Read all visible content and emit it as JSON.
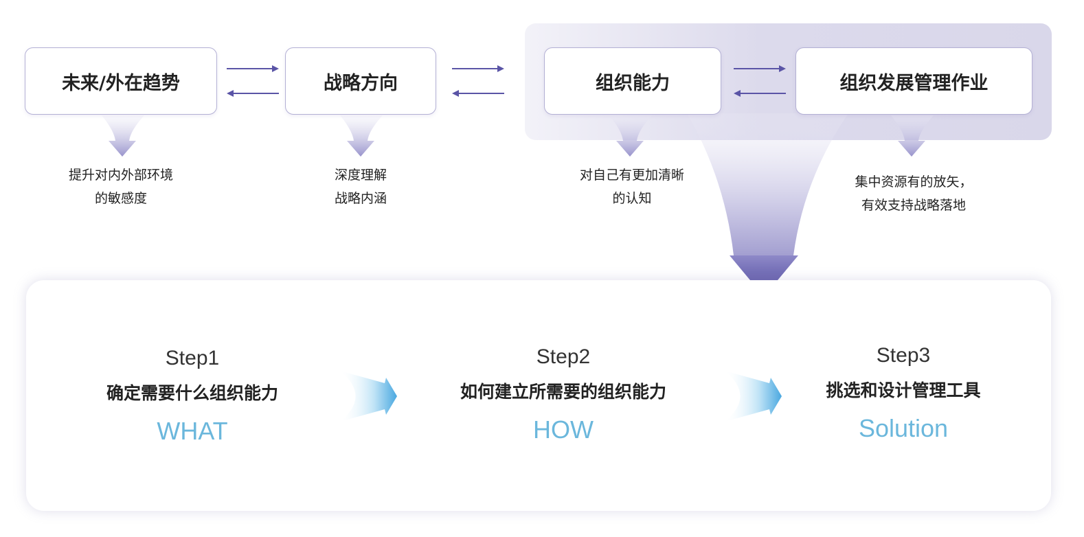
{
  "top_row": {
    "boxes": [
      {
        "label": "未来/外在趋势"
      },
      {
        "label": "战略方向"
      },
      {
        "label": "组织能力"
      },
      {
        "label": "组织发展管理作业"
      }
    ],
    "descriptions": [
      {
        "line1": "提升对内外部环境",
        "line2": "的敏感度"
      },
      {
        "line1": "深度理解",
        "line2": "战略内涵"
      },
      {
        "line1": "对自己有更加清晰",
        "line2": "的认知"
      },
      {
        "line1": "集中资源有的放矢，",
        "line2": "有效支持战略落地"
      }
    ]
  },
  "steps": [
    {
      "num": "Step1",
      "title": "确定需要什么组织能力",
      "en": "WHAT"
    },
    {
      "num": "Step2",
      "title": "如何建立所需要的组织能力",
      "en": "HOW"
    },
    {
      "num": "Step3",
      "title": "挑选和设计管理工具",
      "en": "Solution"
    }
  ],
  "colors": {
    "box_border": "#b3b0d4",
    "arrow_purple": "#5a54a6",
    "step_english": "#6bb7dc",
    "step_arrow": "#4aa8e0"
  }
}
